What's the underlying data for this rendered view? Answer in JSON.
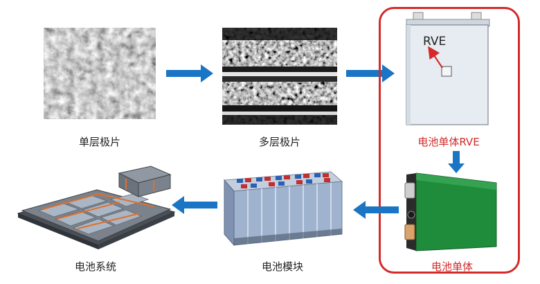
{
  "nodes": {
    "single_layer_electrode": {
      "label": "单层极片"
    },
    "multi_layer_electrode": {
      "label": "多层极片"
    },
    "cell_rve": {
      "label": "电池单体RVE",
      "inset_label": "RVE"
    },
    "battery_cell": {
      "label": "电池单体"
    },
    "battery_module": {
      "label": "电池模块"
    },
    "battery_system": {
      "label": "电池系统"
    }
  },
  "colors": {
    "arrow": "#1a75c4",
    "highlight_frame": "#d42a2a",
    "highlight_text": "#d02a2a",
    "cell_green": "#1e8a3a"
  },
  "icons": {
    "arrow": "arrow-right-icon",
    "arrow_down": "arrow-down-icon",
    "arrow_left": "arrow-left-icon"
  }
}
